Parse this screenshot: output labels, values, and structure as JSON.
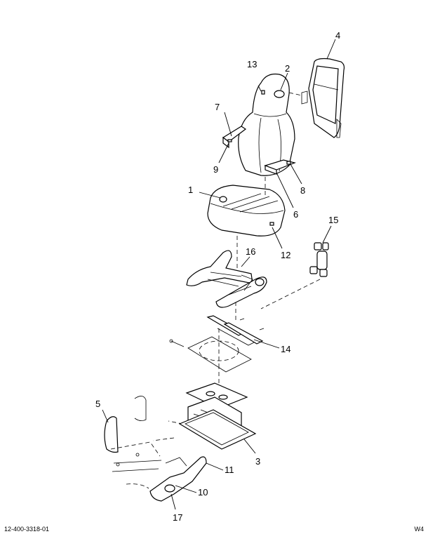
{
  "callouts": [
    {
      "id": "c1",
      "label": "1"
    },
    {
      "id": "c2",
      "label": "2"
    },
    {
      "id": "c3",
      "label": "3"
    },
    {
      "id": "c4",
      "label": "4"
    },
    {
      "id": "c5",
      "label": "5"
    },
    {
      "id": "c6",
      "label": "6"
    },
    {
      "id": "c7",
      "label": "7"
    },
    {
      "id": "c8",
      "label": "8"
    },
    {
      "id": "c9",
      "label": "9"
    },
    {
      "id": "c10",
      "label": "10"
    },
    {
      "id": "c11",
      "label": "11"
    },
    {
      "id": "c12",
      "label": "12"
    },
    {
      "id": "c13",
      "label": "13"
    },
    {
      "id": "c14",
      "label": "14"
    },
    {
      "id": "c15",
      "label": "15"
    },
    {
      "id": "c16",
      "label": "16"
    },
    {
      "id": "c17",
      "label": "17"
    }
  ],
  "footer": {
    "left": "12-400-3318-01",
    "right": "W4"
  }
}
